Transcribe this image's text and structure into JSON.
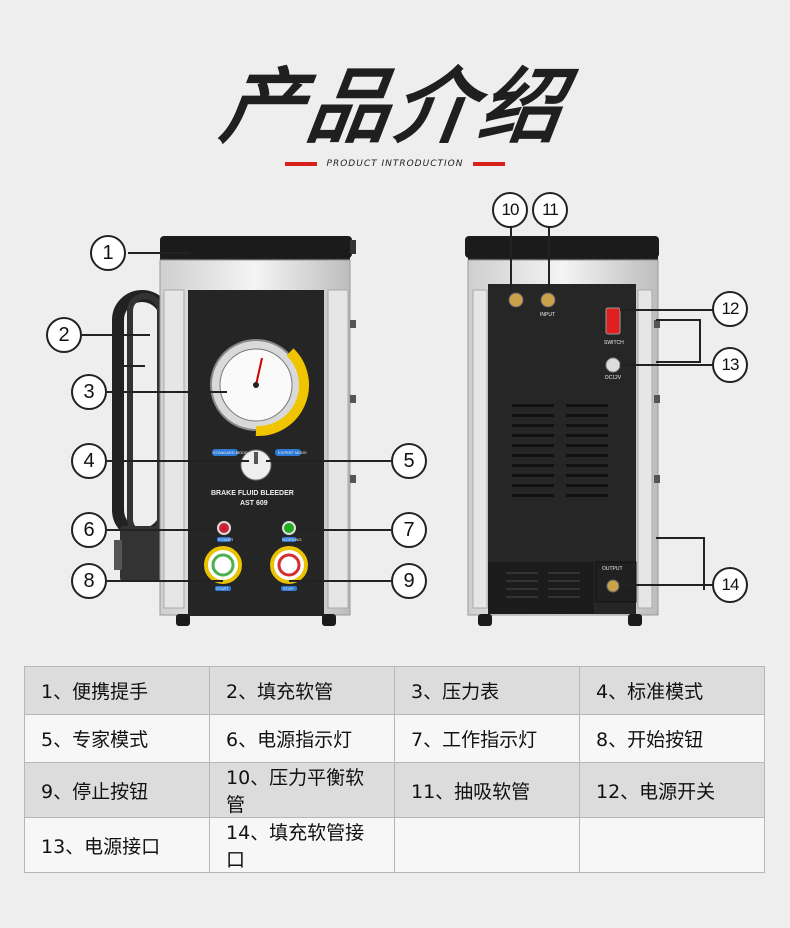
{
  "header": {
    "title": "产品介绍",
    "subtitle": "PRODUCT INTRODUCTION"
  },
  "front_panel": {
    "product_name": "BRAKE FLUID BLEEDER",
    "model": "AST 609",
    "knob_left_label": "STANDARD MODE",
    "knob_right_label": "EXPERT MODE",
    "lamp_left_label": "POWER",
    "lamp_right_label": "WORKING",
    "button_left_label": "START",
    "button_right_label": "STOP"
  },
  "back_panel": {
    "output_label": "OUTPUT",
    "input_label": "INPUT",
    "switch_label": "SWITCH",
    "dc_label": "DC12V"
  },
  "callouts": [
    "1",
    "2",
    "3",
    "4",
    "5",
    "6",
    "7",
    "8",
    "9",
    "10",
    "11",
    "12",
    "13",
    "14"
  ],
  "feature_table": [
    [
      "1、便携提手",
      "2、填充软管",
      "3、压力表",
      "4、标准模式"
    ],
    [
      "5、专家模式",
      "6、电源指示灯",
      "7、工作指示灯",
      "8、开始按钮"
    ],
    [
      "9、停止按钮",
      "10、压力平衡软管",
      "11、抽吸软管",
      "12、电源开关"
    ],
    [
      "13、电源接口",
      "14、填充软管接口",
      "",
      ""
    ]
  ]
}
